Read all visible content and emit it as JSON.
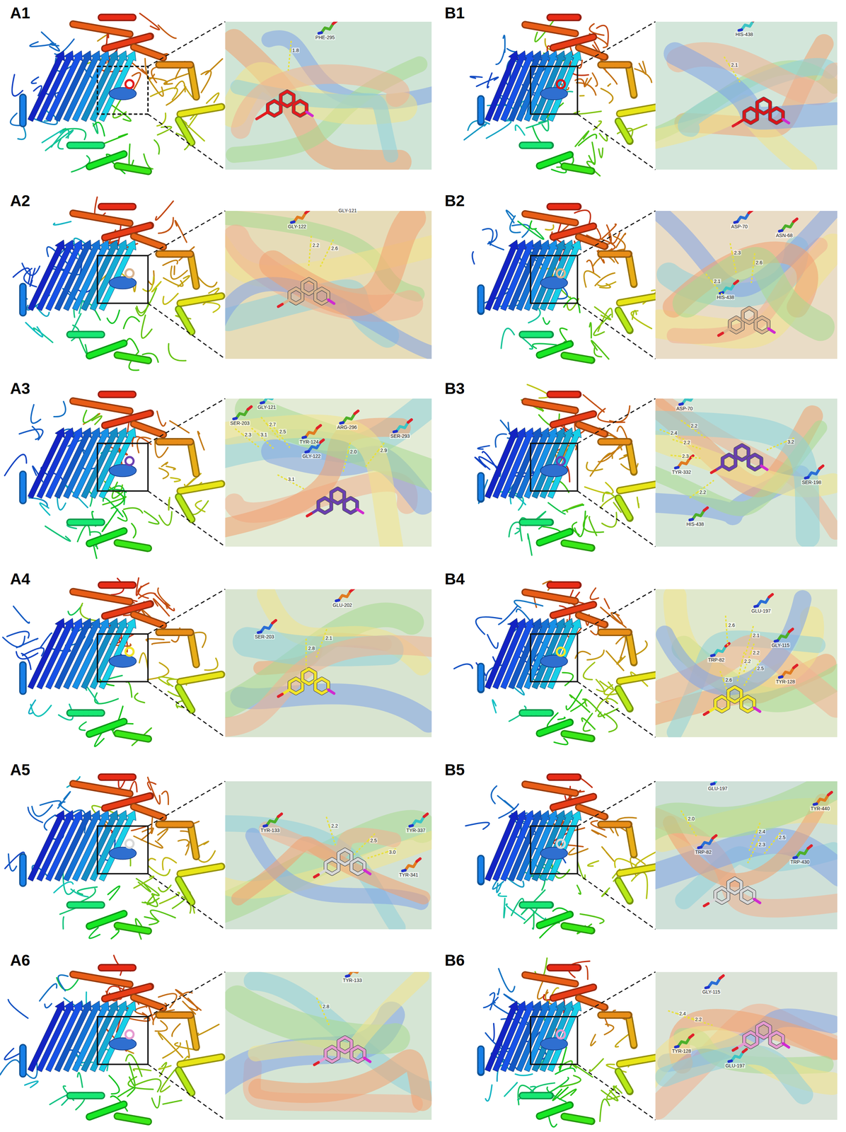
{
  "diagram": {
    "labels": [
      "A1",
      "PHE-295",
      "1.8",
      "B1",
      "HIS-438",
      "2.1",
      "A2",
      "GLY-122",
      "GLY-121",
      "2.2",
      "2.6",
      "B2",
      "ASP-70",
      "ASN-68",
      "2.3",
      "2.6",
      "2.1",
      "HIS-438",
      "A3",
      "SER-203",
      "GLY-121",
      "2.7",
      "2.5",
      "TYR-124",
      "2.3",
      "3.1",
      "GLY-122",
      "ARG-296",
      "2.0",
      "2.9",
      "SER-293",
      "3.1",
      "B3",
      "ASP-70",
      "2.2",
      "2.4",
      "2.2",
      "2.3",
      "3.2",
      "TYR-332",
      "SER-198",
      "2.2",
      "HIS-438",
      "A4",
      "GLU-202",
      "SER-203",
      "2.1",
      "2.8",
      "B4",
      "GLU-197",
      "2.6",
      "2.1",
      "GLY-115",
      "2.2",
      "2.2",
      "2.5",
      "TRP-82",
      "2.6",
      "TYR-128",
      "A5",
      "TYR-133",
      "2.2",
      "TYR-337",
      "2.5",
      "3.0",
      "TYR-341",
      "B5",
      "GLU-197",
      "2.0",
      "TYR-440",
      "2.4",
      "TRP-82",
      "2.3",
      "2.5",
      "TRP-430",
      "A6",
      "TYR-133",
      "2.8",
      "B6",
      "GLY-115",
      "2.4",
      "2.2",
      "TYR-128",
      "GLU-197"
    ]
  }
}
